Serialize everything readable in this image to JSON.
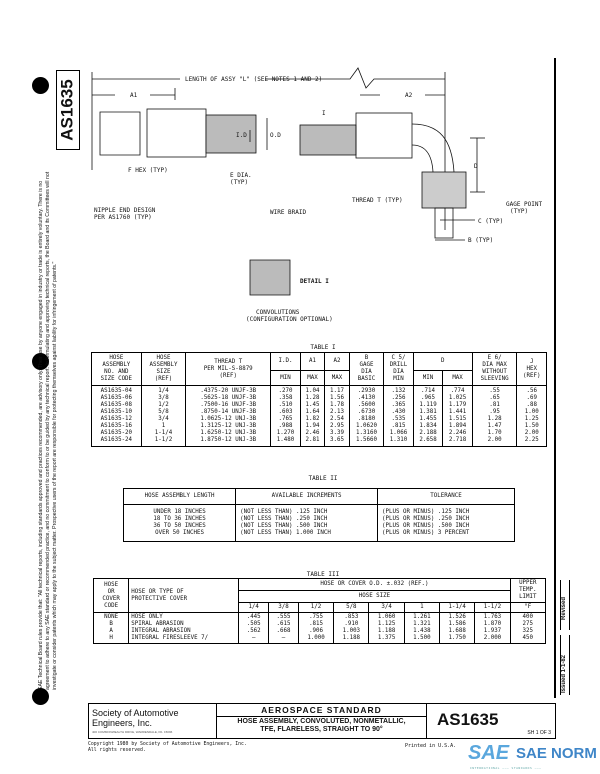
{
  "doc_number": "AS1635",
  "disclaimer": "SAE Technical Board rules provide that: \"All technical reports, including standards approved and practices recommended, are advisory only. Their use by anyone engaged in industry or trade is entirely voluntary. There is no agreement to adhere to any SAE standard or recommended practice, and no commitment to conform to or be guided by any technical report. In formulating and approving technical reports, the Board and its Committees will not investigate or consider patents which may apply to the subject matter. Prospective users of the report are responsible for protecting themselves against liability for infringement of patents.\"",
  "side": {
    "revised": "Revised",
    "issued": "Issued 1-1-82"
  },
  "drawing": {
    "length_label": "LENGTH OF ASSY \"L\" (SEE NOTES 1 AND 2)",
    "a1": "A1",
    "a2": "A2",
    "id": "I.D",
    "od": "O.D",
    "detail_marker": "I",
    "f_hex": "F HEX (TYP)",
    "e_dia": "E DIA.",
    "e_dia2": "(TYP)",
    "nipple": "NIPPLE END DESIGN",
    "nipple2": "PER AS1760 (TYP)",
    "thread": "THREAD T (TYP)",
    "d": "D",
    "gage_point": "GAGE POINT",
    "gage_point2": "(TYP)",
    "c_typ": "C (TYP)",
    "b_typ": "B (TYP)",
    "wire_braid": "WIRE BRAID",
    "detail": "DETAIL I",
    "convolutions": "CONVOLUTIONS",
    "convolutions2": "(CONFIGURATION OPTIONAL)"
  },
  "table1": {
    "caption": "TABLE I",
    "headers": [
      "HOSE\nASSEMBLY\nNO. AND\nSIZE CODE",
      "HOSE\nASSEMBLY\nSIZE\n(REF)",
      "THREAD T\nPER MIL-S-8879\n(REF)",
      "I.D.",
      "A1",
      "A2",
      "B\nGAGE\nDIA\nBASIC",
      "C  5/\nDRILL\nDIA\nMIN",
      "D",
      "E  6/\nDIA MAX\nWITHOUT\nSLEEVING",
      "J\nHEX\n(REF)"
    ],
    "sub": {
      "id": "MIN",
      "a1": "MAX",
      "a2": "MAX",
      "dmin": "MIN",
      "dmax": "MAX"
    },
    "cols": [
      "AS1635-04\nAS1635-06\nAS1635-08\nAS1635-10\nAS1635-12\nAS1635-16\nAS1635-20\nAS1635-24",
      "1/4\n3/8\n1/2\n5/8\n3/4\n1\n1-1/4\n1-1/2",
      ".4375-20 UNJF-3B\n.5625-18 UNJF-3B\n.7500-16 UNJF-3B\n.8750-14 UNJF-3B\n1.0625-12 UNJ-3B\n1.3125-12 UNJ-3B\n1.6250-12 UNJ-3B\n1.8750-12 UNJ-3B",
      ".270\n.358\n.510\n.603\n.765\n.988\n1.270\n1.480",
      "1.04\n1.28\n1.45\n1.64\n1.82\n1.94\n2.46\n2.81",
      "1.17\n1.56\n1.78\n2.13\n2.54\n2.95\n3.39\n3.65",
      ".2930\n.4130\n.5600\n.6730\n.8180\n1.0620\n1.3160\n1.5660",
      ".132\n.256\n.365\n.430\n.535\n.815\n1.066\n1.310",
      ".714\n.965\n1.119\n1.381\n1.455\n1.834\n2.188\n2.658",
      ".774\n1.025\n1.179\n1.441\n1.515\n1.894\n2.246\n2.718",
      ".55\n.65\n.81\n.95\n1.28\n1.47\n1.70\n2.00",
      ".56\n.69\n.88\n1.00\n1.25\n1.50\n2.00\n2.25"
    ]
  },
  "table2": {
    "caption": "TABLE II",
    "headers": [
      "HOSE ASSEMBLY LENGTH",
      "AVAILABLE INCREMENTS",
      "TOLERANCE"
    ],
    "cols": [
      "UNDER 18 INCHES\n18 TO 36 INCHES\n36 TO 50 INCHES\nOVER 50 INCHES",
      "(NOT LESS THAN) .125 INCH\n(NOT LESS THAN) .250 INCH\n(NOT LESS THAN) .500 INCH\n(NOT LESS THAN) 1.000 INCH",
      "(PLUS OR MINUS) .125 INCH\n(PLUS OR MINUS) .250 INCH\n(PLUS OR MINUS) .500 INCH\n(PLUS OR MINUS) 3 PERCENT"
    ]
  },
  "table3": {
    "caption": "TABLE III",
    "h_code": "HOSE\nOR\nCOVER\nCODE",
    "h_type": "HOSE OR TYPE OF\nPROTECTIVE COVER",
    "h_od": "HOSE OR COVER O.D.        ±.032 (REF.)",
    "h_size": "HOSE SIZE",
    "h_temp": "UPPER\nTEMP.\nLIMIT",
    "h_temp_unit": "°F",
    "sizes": [
      "1/4",
      "3/8",
      "1/2",
      "5/8",
      "3/4",
      "1",
      "1-1/4",
      "1-1/2"
    ],
    "codes": "NONE\nB\nA\nH",
    "types": "HOSE ONLY\nSPIRAL ABRASION\nINTEGRAL ABRASION\nINTEGRAL FIRESLEEVE   7/",
    "values": [
      ".445\n.505\n.562\n—",
      ".555\n.615\n.668\n—",
      ".755\n.815\n.906\n1.000",
      ".853\n.910\n1.003\n1.188",
      "1.060\n1.125\n1.188\n1.375",
      "1.261\n1.321\n1.438\n1.500",
      "1.526\n1.586\n1.688\n1.750",
      "1.763\n1.870\n1.937\n2.000"
    ],
    "temps": "400\n275\n325\n450"
  },
  "title_block": {
    "org": "Society of Automotive Engineers, Inc.",
    "org_sub": "400 COMMONWEALTH DRIVE, WARRENDALE, PA. 15096",
    "header": "AEROSPACE   STANDARD",
    "title": "HOSE ASSEMBLY, CONVOLUTED, NONMETALLIC,\nTFE, FLARELESS, STRAIGHT TO 90°",
    "number": "AS1635",
    "sheet": "SH 1 OF 3"
  },
  "copyright": "Copyright 1980 by Society of Automotive Engineers, Inc.\nAll rights reserved.",
  "printed": "Printed in U.S.A.",
  "watermark": {
    "mark": "SAE",
    "name": "SAE NORM",
    "sub": "INTERNATIONAL ——— STANDARDS ———",
    "color": "#3f86c8"
  }
}
